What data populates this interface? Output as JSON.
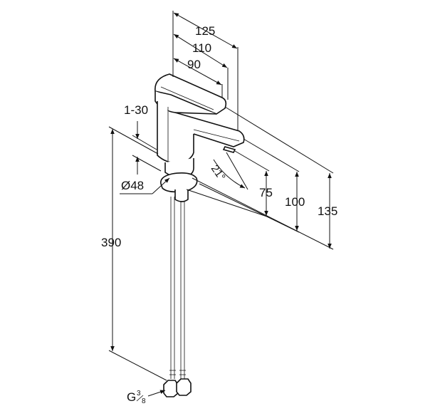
{
  "dimensions": {
    "overall_reach": "125",
    "reach_110": "110",
    "reach_90": "90",
    "deck_thickness": "1-30",
    "hole_diameter": "Ø48",
    "spout_height": "75",
    "height_100": "100",
    "total_height": "135",
    "hose_length": "390",
    "swivel_angle": "21°",
    "connection_prefix": "G",
    "connection_fraction_num": "3",
    "connection_fraction_den": "8"
  }
}
